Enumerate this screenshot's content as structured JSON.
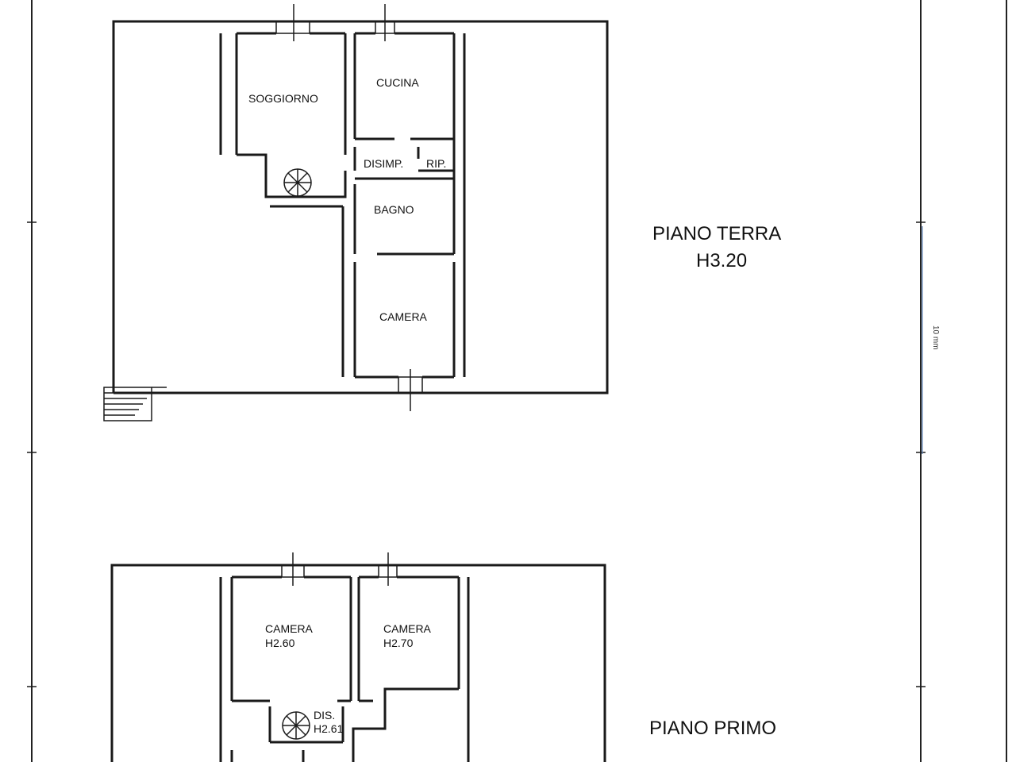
{
  "ground_floor": {
    "title": "PIANO TERRA",
    "height": "H3.20",
    "rooms": {
      "soggiorno": "SOGGIORNO",
      "cucina": "CUCINA",
      "disimp": "DISIMP.",
      "rip": "RIP.",
      "bagno": "BAGNO",
      "camera": "CAMERA"
    }
  },
  "first_floor": {
    "title": "PIANO PRIMO",
    "rooms": {
      "camera_1": {
        "name": "CAMERA",
        "height": "H2.60"
      },
      "camera_2": {
        "name": "CAMERA",
        "height": "H2.70"
      },
      "dis": {
        "name": "DIS.",
        "height": "H2.61"
      }
    }
  },
  "scale_bar": {
    "label": "10 mm"
  }
}
